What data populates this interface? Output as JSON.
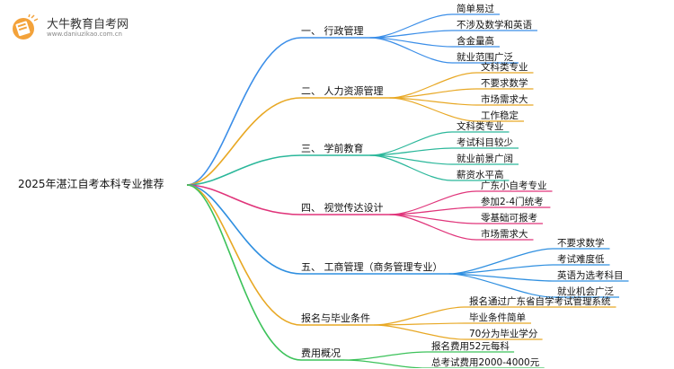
{
  "logo": {
    "title": "大牛教育自考网",
    "url": "www.daniuzikao.com.cn",
    "icon": "book-icon"
  },
  "mindmap": {
    "root": "2025年湛江自考本科专业推荐",
    "branches": [
      {
        "label": "一、 行政管理",
        "color": "#3b8ee8",
        "leaves": [
          "简单易过",
          "不涉及数学和英语",
          "含金量高",
          "就业范围广泛"
        ]
      },
      {
        "label": "二、 人力资源管理",
        "color": "#e8a824",
        "leaves": [
          "文科类专业",
          "不要求数学",
          "市场需求大",
          "工作稳定"
        ]
      },
      {
        "label": "三、 学前教育",
        "color": "#2ab79a",
        "leaves": [
          "文科类专业",
          "考试科目较少",
          "就业前景广阔",
          "薪资水平高"
        ]
      },
      {
        "label": "四、 视觉传达设计",
        "color": "#e0347a",
        "leaves": [
          "广东小自考专业",
          "参加2-4门统考",
          "零基础可报考",
          "市场需求大"
        ]
      },
      {
        "label": "五、 工商管理（商务管理专业）",
        "color": "#2f8fe0",
        "leaves": [
          "不要求数学",
          "考试难度低",
          "英语为选考科目",
          "就业机会广泛"
        ]
      },
      {
        "label": "报名与毕业条件",
        "color": "#e8a824",
        "leaves": [
          "报名通过广东省自学考试管理系统",
          "毕业条件简单",
          "70分为毕业学分"
        ]
      },
      {
        "label": "费用概况",
        "color": "#3cc25a",
        "leaves": [
          "报名费用52元每科",
          "总考试费用2000-4000元"
        ]
      }
    ]
  }
}
